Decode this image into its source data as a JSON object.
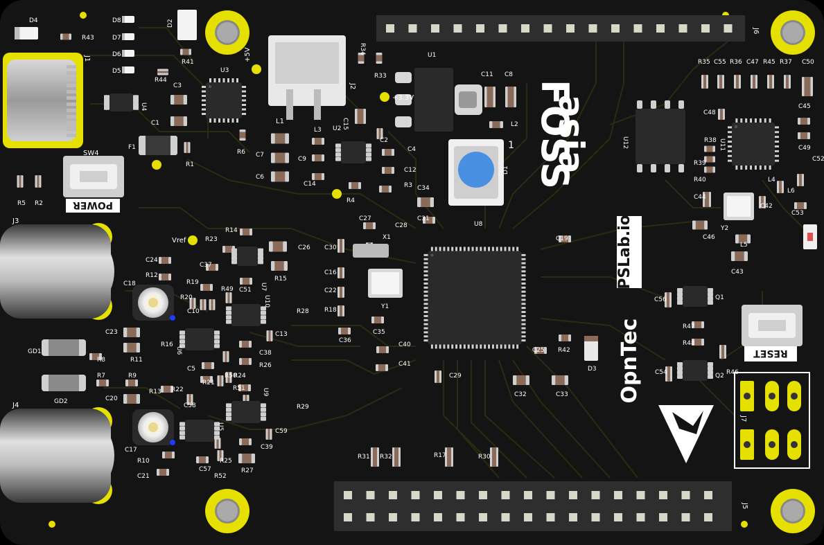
{
  "colors": {
    "board": "#141414",
    "trace": "#2b2b12",
    "pad_gold": "#e6e000",
    "header_pin": "#d8d8c8",
    "smd_body": "#8a6a58",
    "smd_end": "#cfcfcf",
    "chip": "#2a2a2a",
    "led_blue": "#4a90e2",
    "silk": "#ffffff"
  },
  "branding": {
    "foss": "FOSS",
    "asia": "asia",
    "pslab": "PSLab.io",
    "opntec": "OpnTec"
  },
  "switch_labels": {
    "power": "POWER",
    "reset": "RESET",
    "sw4": "SW4"
  },
  "test_points": {
    "p5v": "+5V",
    "p3v3": "+3.3V",
    "vref": "Vref"
  },
  "headers": {
    "top_ref": "J6",
    "top_pins": 16,
    "bottom_ref": "J5",
    "bottom_cols": 17,
    "right_ref": "J7"
  },
  "chip_refs": {
    "mcu": "U8",
    "reg": "U1",
    "u3": "U3",
    "u11": "U11",
    "u12": "U12",
    "u2": "U2",
    "u4": "U4",
    "u6": "U6",
    "u5": "U5",
    "u7": "U7",
    "u9": "U9",
    "u10": "U10"
  },
  "connector_refs": {
    "usb": "J1",
    "bnc_top": "J3",
    "bnc_bottom": "J4",
    "jst": "J2"
  },
  "labels": [
    {
      "id": "d4",
      "t": "D4"
    },
    {
      "id": "r43",
      "t": "R43"
    },
    {
      "id": "d8",
      "t": "D8"
    },
    {
      "id": "d7",
      "t": "D7"
    },
    {
      "id": "d6",
      "t": "D6"
    },
    {
      "id": "d5",
      "t": "D5"
    },
    {
      "id": "r44",
      "t": "R44"
    },
    {
      "id": "d2",
      "t": "D2"
    },
    {
      "id": "r41",
      "t": "R41"
    },
    {
      "id": "c3",
      "t": "C3"
    },
    {
      "id": "c1",
      "t": "C1"
    },
    {
      "id": "f1",
      "t": "F1"
    },
    {
      "id": "r1",
      "t": "R1"
    },
    {
      "id": "r6",
      "t": "R6"
    },
    {
      "id": "c7",
      "t": "C7"
    },
    {
      "id": "c6",
      "t": "C6"
    },
    {
      "id": "l1",
      "t": "L1"
    },
    {
      "id": "l3",
      "t": "L3"
    },
    {
      "id": "c9",
      "t": "C9"
    },
    {
      "id": "c14",
      "t": "C14"
    },
    {
      "id": "c15",
      "t": "C15"
    },
    {
      "id": "c2",
      "t": "C2"
    },
    {
      "id": "c4",
      "t": "C4"
    },
    {
      "id": "c12",
      "t": "C12"
    },
    {
      "id": "r3",
      "t": "R3"
    },
    {
      "id": "r4",
      "t": "R4"
    },
    {
      "id": "r34",
      "t": "R34"
    },
    {
      "id": "r33",
      "t": "R33"
    },
    {
      "id": "c11",
      "t": "C11"
    },
    {
      "id": "c8",
      "t": "C8"
    },
    {
      "id": "l2",
      "t": "L2"
    },
    {
      "id": "d1",
      "t": "D1"
    },
    {
      "id": "c34",
      "t": "C34"
    },
    {
      "id": "c31",
      "t": "C31"
    },
    {
      "id": "c27",
      "t": "C27"
    },
    {
      "id": "c28",
      "t": "C28"
    },
    {
      "id": "c30",
      "t": "C30"
    },
    {
      "id": "x1",
      "t": "X1"
    },
    {
      "id": "c16",
      "t": "C16"
    },
    {
      "id": "c22",
      "t": "C22"
    },
    {
      "id": "r18",
      "t": "R18"
    },
    {
      "id": "y1",
      "t": "Y1"
    },
    {
      "id": "c36",
      "t": "C36"
    },
    {
      "id": "c35",
      "t": "C35"
    },
    {
      "id": "c40",
      "t": "C40"
    },
    {
      "id": "c41",
      "t": "C41"
    },
    {
      "id": "c19",
      "t": "C19"
    },
    {
      "id": "c25",
      "t": "C25"
    },
    {
      "id": "r42",
      "t": "R42"
    },
    {
      "id": "d3",
      "t": "D3"
    },
    {
      "id": "c29",
      "t": "C29"
    },
    {
      "id": "c32",
      "t": "C32"
    },
    {
      "id": "c33",
      "t": "C33"
    },
    {
      "id": "r35",
      "t": "R35"
    },
    {
      "id": "c55",
      "t": "C55"
    },
    {
      "id": "r36",
      "t": "R36"
    },
    {
      "id": "c47",
      "t": "C47"
    },
    {
      "id": "r45",
      "t": "R45"
    },
    {
      "id": "r37",
      "t": "R37"
    },
    {
      "id": "c50",
      "t": "C50"
    },
    {
      "id": "c48",
      "t": "C48"
    },
    {
      "id": "c45",
      "t": "C45"
    },
    {
      "id": "c49",
      "t": "C49"
    },
    {
      "id": "c52",
      "t": "C52"
    },
    {
      "id": "r38",
      "t": "R38"
    },
    {
      "id": "r39",
      "t": "R39"
    },
    {
      "id": "r40",
      "t": "R40"
    },
    {
      "id": "c44",
      "t": "C44"
    },
    {
      "id": "l4",
      "t": "L4"
    },
    {
      "id": "l6",
      "t": "L6"
    },
    {
      "id": "c42",
      "t": "C42"
    },
    {
      "id": "c53",
      "t": "C53"
    },
    {
      "id": "y2",
      "t": "Y2"
    },
    {
      "id": "c46",
      "t": "C46"
    },
    {
      "id": "l5",
      "t": "L5"
    },
    {
      "id": "c43",
      "t": "C43"
    },
    {
      "id": "c56",
      "t": "C56"
    },
    {
      "id": "q1",
      "t": "Q1"
    },
    {
      "id": "r47",
      "t": "R47"
    },
    {
      "id": "r48",
      "t": "R48"
    },
    {
      "id": "c54",
      "t": "C54"
    },
    {
      "id": "q2",
      "t": "Q2"
    },
    {
      "id": "r46",
      "t": "R46"
    },
    {
      "id": "r5",
      "t": "R5"
    },
    {
      "id": "r2",
      "t": "R2"
    },
    {
      "id": "r14",
      "t": "R14"
    },
    {
      "id": "r23",
      "t": "R23"
    },
    {
      "id": "c26",
      "t": "C26"
    },
    {
      "id": "c37",
      "t": "C37"
    },
    {
      "id": "r15",
      "t": "R15"
    },
    {
      "id": "c51",
      "t": "C51"
    },
    {
      "id": "c24",
      "t": "C24"
    },
    {
      "id": "r12",
      "t": "R12"
    },
    {
      "id": "c18",
      "t": "C18"
    },
    {
      "id": "r19",
      "t": "R19"
    },
    {
      "id": "r20",
      "t": "R20"
    },
    {
      "id": "r49",
      "t": "R49"
    },
    {
      "id": "c10",
      "t": "C10"
    },
    {
      "id": "r28",
      "t": "R28"
    },
    {
      "id": "c13",
      "t": "C13"
    },
    {
      "id": "c23",
      "t": "C23"
    },
    {
      "id": "r16",
      "t": "R16"
    },
    {
      "id": "c38",
      "t": "C38"
    },
    {
      "id": "r26",
      "t": "R26"
    },
    {
      "id": "gd1",
      "t": "GD1"
    },
    {
      "id": "r8",
      "t": "R8"
    },
    {
      "id": "r11",
      "t": "R11"
    },
    {
      "id": "c5",
      "t": "C5"
    },
    {
      "id": "r50",
      "t": "R50"
    },
    {
      "id": "r24",
      "t": "R24"
    },
    {
      "id": "r21",
      "t": "R21"
    },
    {
      "id": "r7",
      "t": "R7"
    },
    {
      "id": "r9",
      "t": "R9"
    },
    {
      "id": "gd2",
      "t": "GD2"
    },
    {
      "id": "c20",
      "t": "C20"
    },
    {
      "id": "r13",
      "t": "R13"
    },
    {
      "id": "r22",
      "t": "R22"
    },
    {
      "id": "r51",
      "t": "R51"
    },
    {
      "id": "r29",
      "t": "R29"
    },
    {
      "id": "c58",
      "t": "C58"
    },
    {
      "id": "c59",
      "t": "C59"
    },
    {
      "id": "c39",
      "t": "C39"
    },
    {
      "id": "c17",
      "t": "C17"
    },
    {
      "id": "r10",
      "t": "R10"
    },
    {
      "id": "c21",
      "t": "C21"
    },
    {
      "id": "c57",
      "t": "C57"
    },
    {
      "id": "r25",
      "t": "R25"
    },
    {
      "id": "r52",
      "t": "R52"
    },
    {
      "id": "r27",
      "t": "R27"
    },
    {
      "id": "r31",
      "t": "R31"
    },
    {
      "id": "r32",
      "t": "R32"
    },
    {
      "id": "r17",
      "t": "R17"
    },
    {
      "id": "r30",
      "t": "R30"
    },
    {
      "id": "pin1",
      "t": "1"
    }
  ]
}
